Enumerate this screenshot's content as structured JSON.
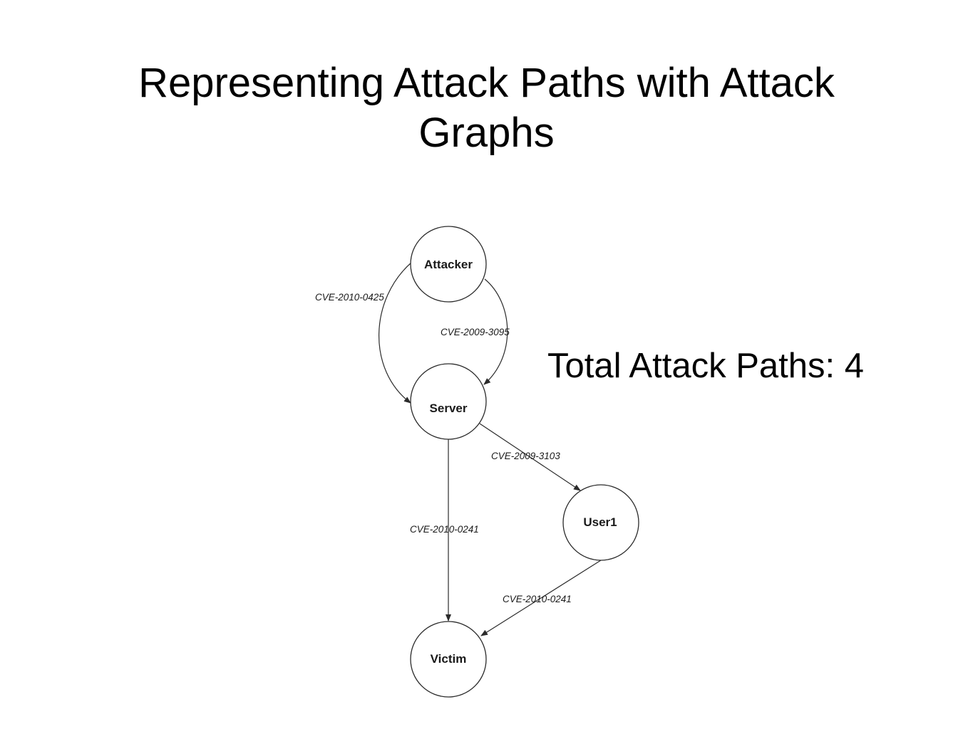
{
  "slide": {
    "title_line1": "Representing Attack Paths with Attack",
    "title_line2": "Graphs",
    "total_paths": "Total Attack Paths: 4"
  },
  "graph": {
    "nodes": {
      "attacker": "Attacker",
      "server": "Server",
      "user1": "User1",
      "victim": "Victim"
    },
    "edges": {
      "attacker_server_left": "CVE-2010-0425",
      "attacker_server_right": "CVE-2009-3095",
      "server_user1": "CVE-2009-3103",
      "server_victim": "CVE-2010-0241",
      "user1_victim": "CVE-2010-0241"
    },
    "colors": {
      "stroke": "#2b2b2b",
      "background": "#ffffff"
    }
  }
}
